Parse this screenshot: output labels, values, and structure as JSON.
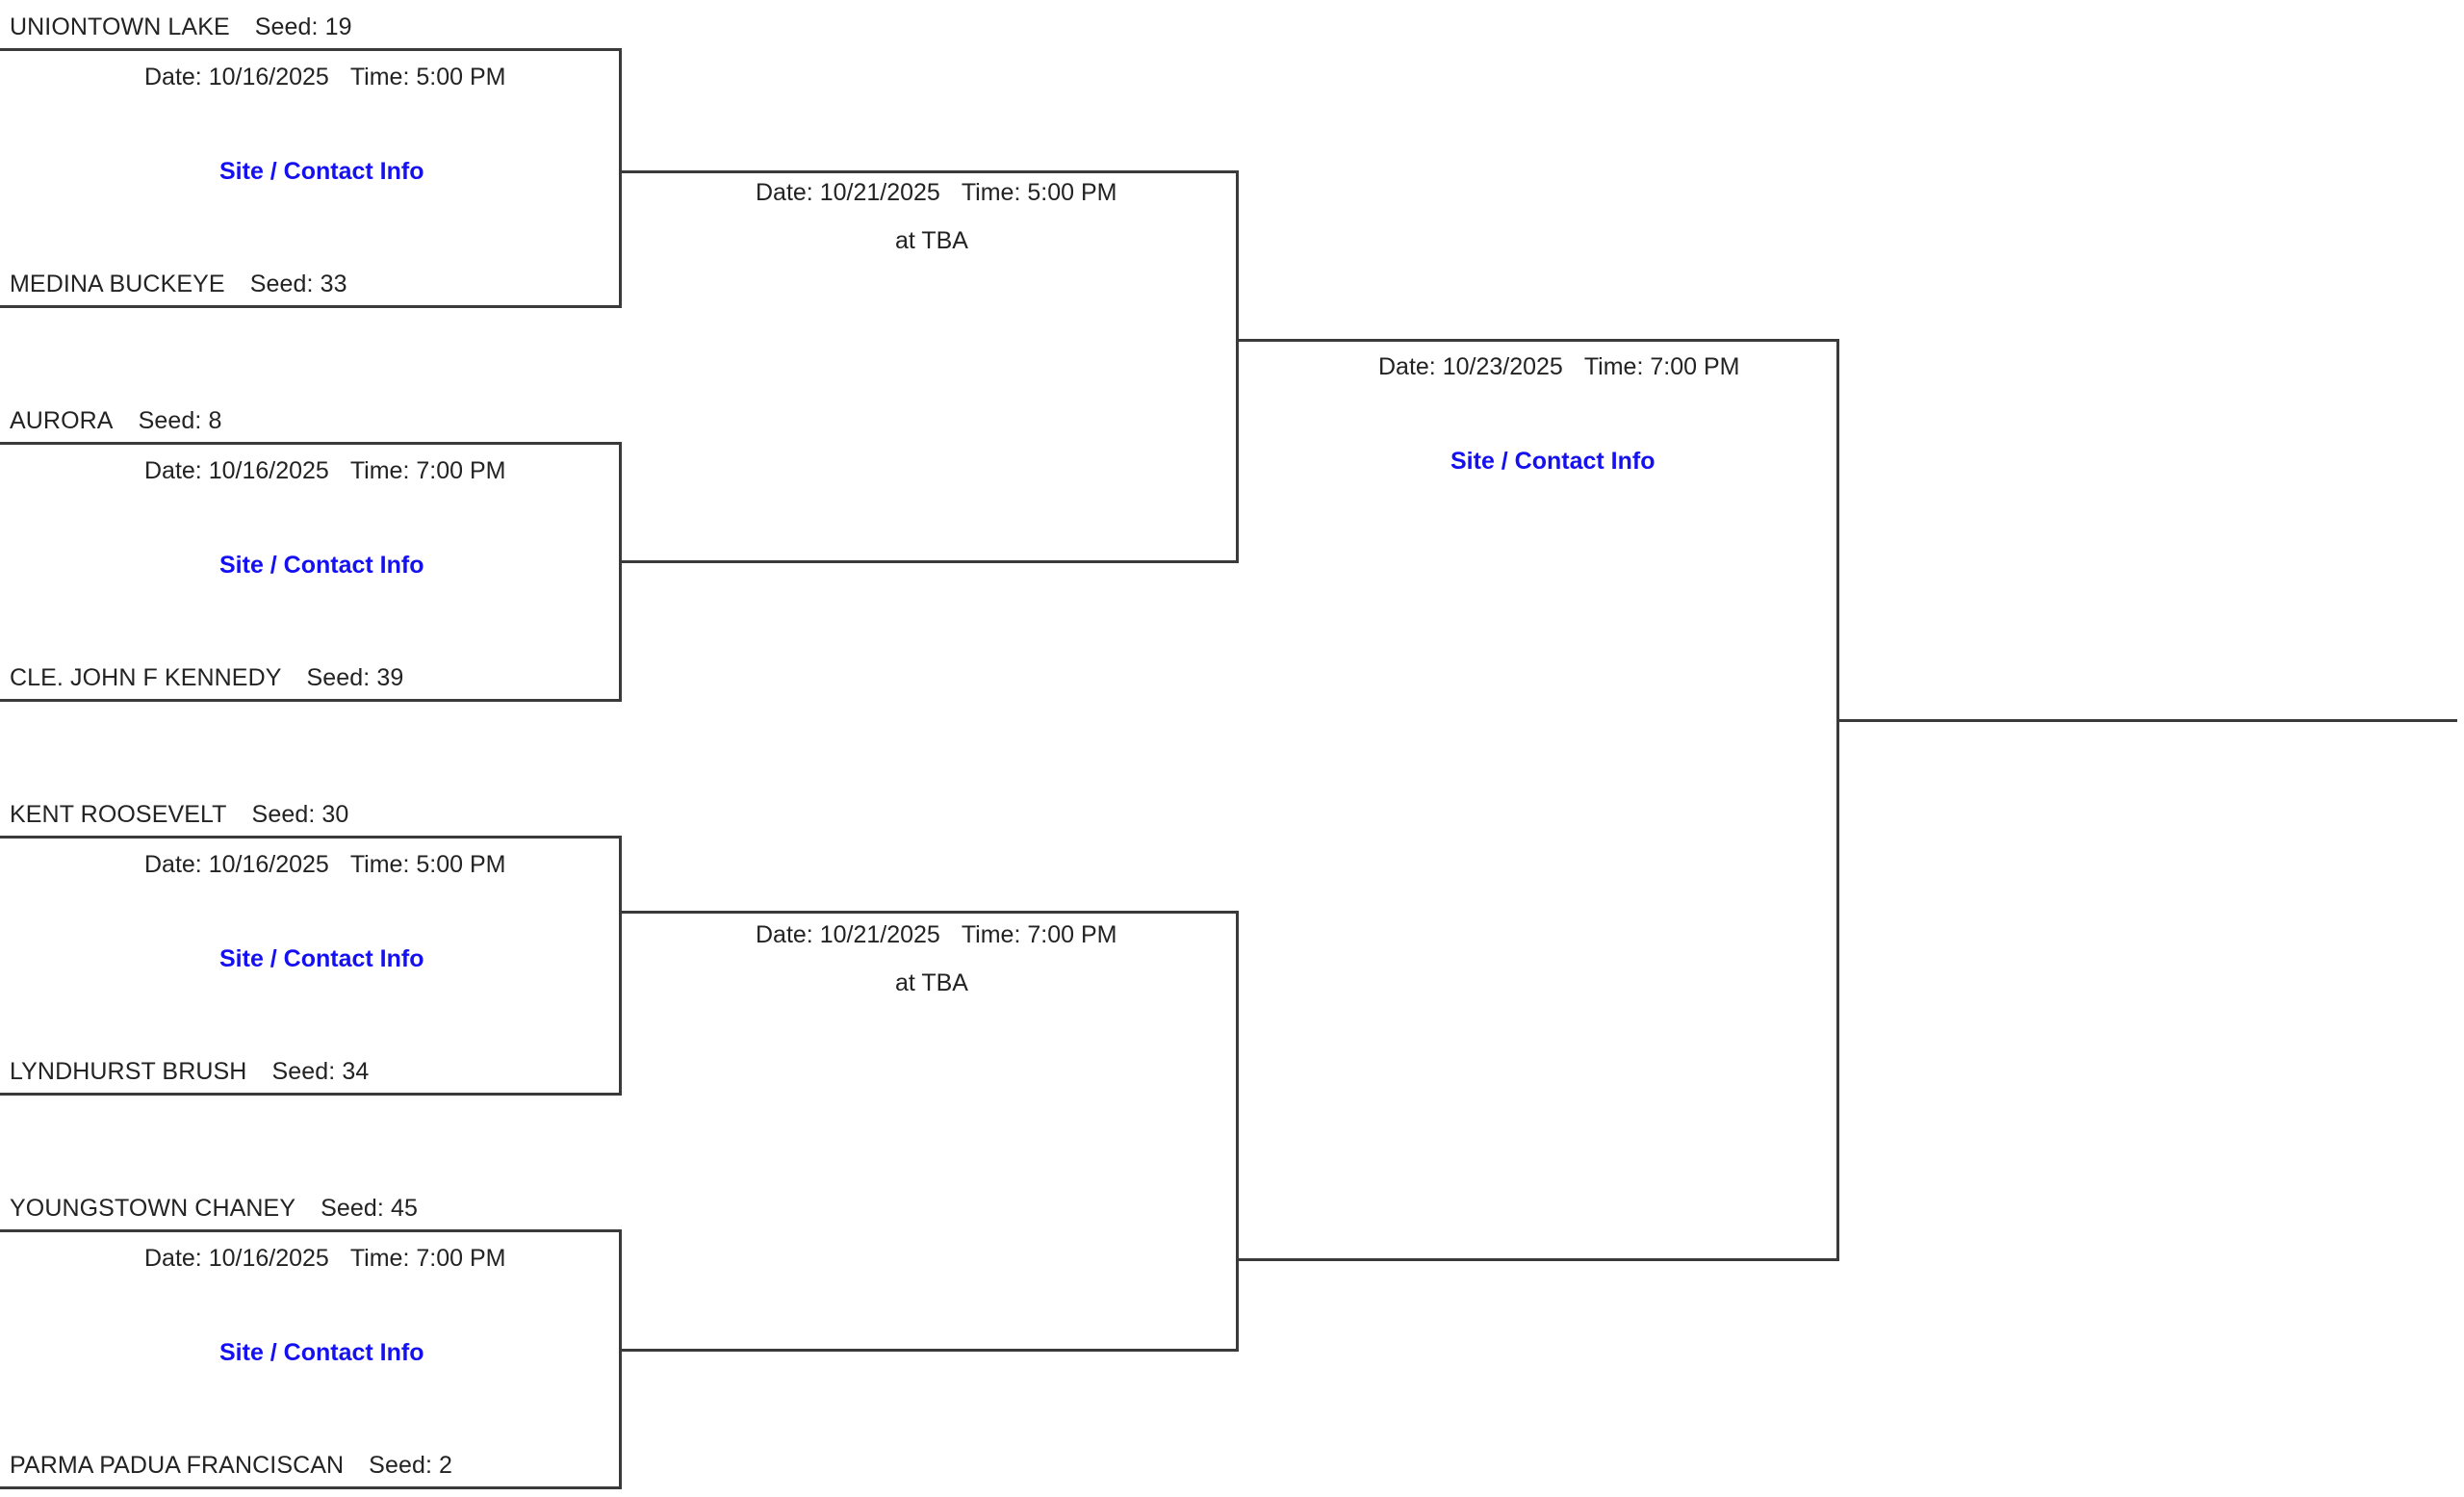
{
  "bracket": {
    "site_link_label": "Site / Contact Info",
    "link_color": "#1510f0",
    "line_color": "#3a3a3a",
    "rounds": [
      {
        "name": "round-1",
        "matches": [
          {
            "id": "r1-m1",
            "top_team": {
              "name": "UNIONTOWN LAKE",
              "seed_label": "Seed: 19"
            },
            "bottom_team": {
              "name": "MEDINA BUCKEYE",
              "seed_label": "Seed: 33"
            },
            "date_label": "Date: 10/16/2025",
            "time_label": "Time: 5:00 PM",
            "site_link_label": "Site / Contact Info"
          },
          {
            "id": "r1-m2",
            "top_team": {
              "name": "AURORA",
              "seed_label": "Seed: 8"
            },
            "bottom_team": {
              "name": "CLE. JOHN F KENNEDY",
              "seed_label": "Seed: 39"
            },
            "date_label": "Date: 10/16/2025",
            "time_label": "Time: 7:00 PM",
            "site_link_label": "Site / Contact Info"
          },
          {
            "id": "r1-m3",
            "top_team": {
              "name": "KENT ROOSEVELT",
              "seed_label": "Seed: 30"
            },
            "bottom_team": {
              "name": "LYNDHURST BRUSH",
              "seed_label": "Seed: 34"
            },
            "date_label": "Date: 10/16/2025",
            "time_label": "Time: 5:00 PM",
            "site_link_label": "Site / Contact Info"
          },
          {
            "id": "r1-m4",
            "top_team": {
              "name": "YOUNGSTOWN CHANEY",
              "seed_label": "Seed: 45"
            },
            "bottom_team": {
              "name": "PARMA PADUA FRANCISCAN",
              "seed_label": "Seed: 2"
            },
            "date_label": "Date: 10/16/2025",
            "time_label": "Time: 7:00 PM",
            "site_link_label": "Site / Contact Info"
          }
        ]
      },
      {
        "name": "round-2",
        "matches": [
          {
            "id": "r2-m1",
            "date_label": "Date: 10/21/2025",
            "time_label": "Time: 5:00 PM",
            "venue_label": "at TBA"
          },
          {
            "id": "r2-m2",
            "date_label": "Date: 10/21/2025",
            "time_label": "Time: 7:00 PM",
            "venue_label": "at TBA"
          }
        ]
      },
      {
        "name": "round-3",
        "matches": [
          {
            "id": "r3-m1",
            "date_label": "Date: 10/23/2025",
            "time_label": "Time: 7:00 PM",
            "site_link_label": "Site / Contact Info"
          }
        ]
      }
    ]
  }
}
